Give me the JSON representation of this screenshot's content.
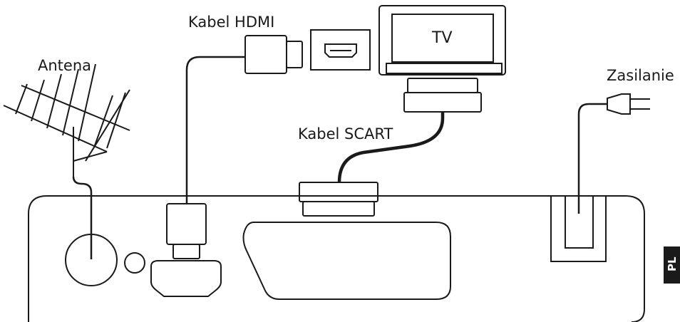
{
  "labels": {
    "antenna": "Antena",
    "hdmi_cable": "Kabel HDMI",
    "tv": "TV",
    "scart_cable": "Kabel SCART",
    "power": "Zasilanie",
    "language_tab": "PL"
  },
  "colors": {
    "line": "#1a1a1a",
    "background": "#ffffff",
    "tab": "#1a1a1a"
  }
}
